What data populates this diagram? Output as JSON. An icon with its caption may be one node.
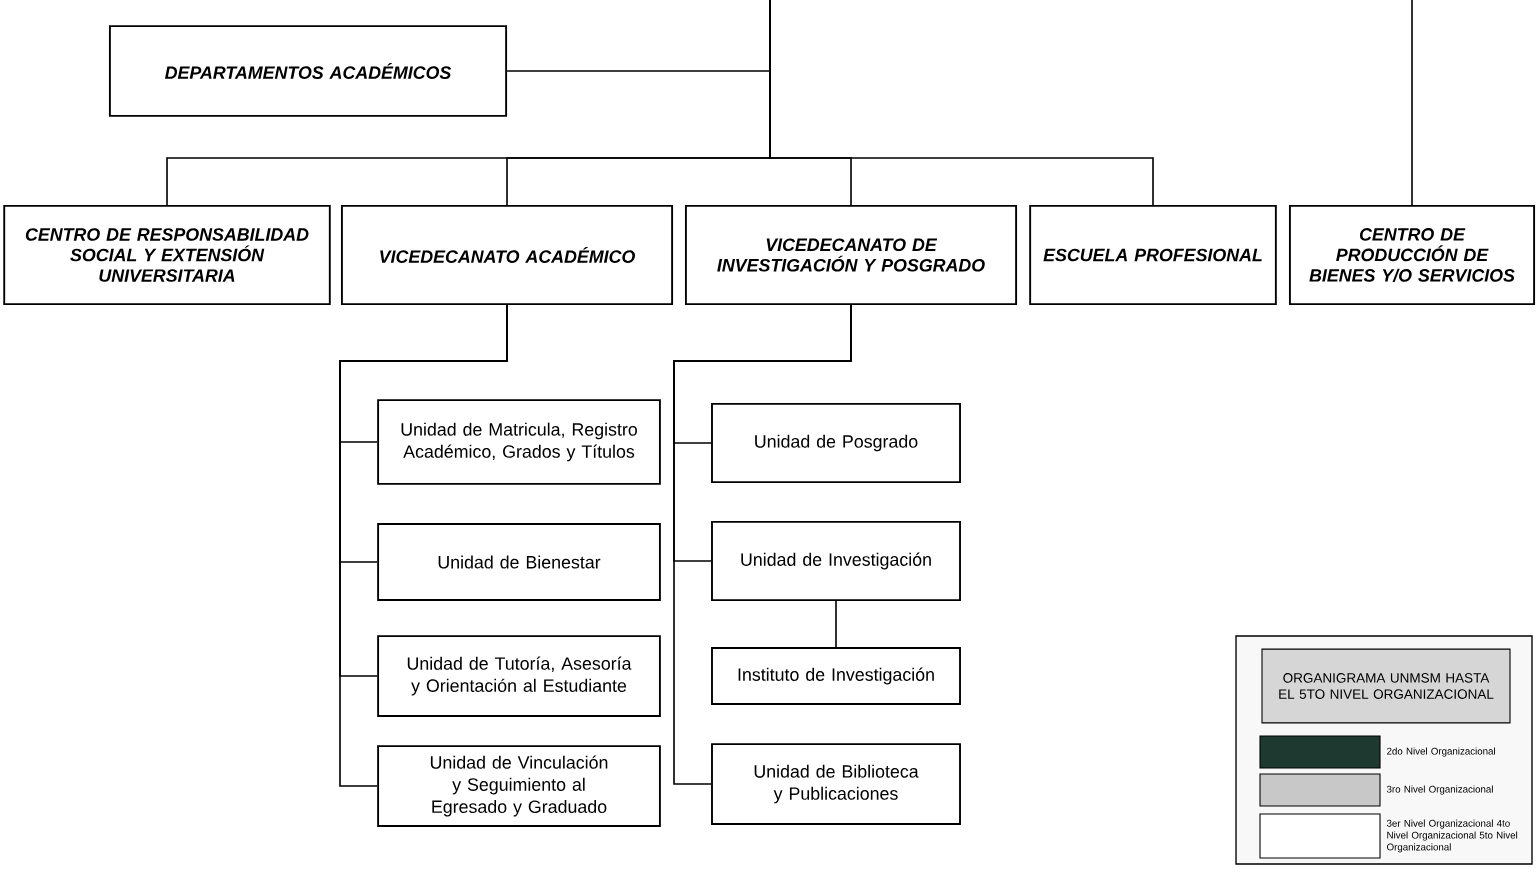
{
  "diagram": {
    "nodes": [
      {
        "text": [
          "DEPARTAMENTOS ACADÉMICOS"
        ]
      },
      {
        "text": [
          "CENTRO DE RESPONSABILIDAD SOCIAL Y EXTENSIÓN UNIVERSITARIA"
        ]
      },
      {
        "text": [
          "VICEDECANATO ACADÉMICO"
        ]
      },
      {
        "text": [
          "VICEDECANATO DE INVESTIGACIÓN Y POSGRADO"
        ]
      },
      {
        "text": [
          "ESCUELA PROFESIONAL"
        ]
      },
      {
        "text": [
          "CENTRO DE PRODUCCIÓN DE BIENES Y/O SERVICIOS"
        ]
      },
      {
        "text": [
          "Unidad de Matricula, Registro Académico, Grados y Títulos"
        ]
      },
      {
        "text": [
          "Unidad de Bienestar"
        ]
      },
      {
        "text": [
          "Unidad de Tutoría, Asesoría y Orientación al Estudiante"
        ]
      },
      {
        "text": [
          "Unidad de Vinculación y Seguimiento al Egresado y Graduado"
        ]
      },
      {
        "text": [
          "Unidad de Posgrado"
        ]
      },
      {
        "text": [
          "Unidad de Investigación"
        ]
      },
      {
        "text": [
          "Instituto de Investigación"
        ]
      },
      {
        "text": [
          "Unidad de Biblioteca y Publicaciones"
        ]
      }
    ],
    "edges": [
      {
        "from": null,
        "to": 0,
        "arrow": "none"
      },
      {
        "from": null,
        "to": 1,
        "arrow": "none"
      },
      {
        "from": null,
        "to": 2,
        "arrow": "none"
      },
      {
        "from": null,
        "to": 3,
        "arrow": "none"
      },
      {
        "from": null,
        "to": 4,
        "arrow": "none"
      },
      {
        "from": null,
        "to": 5,
        "arrow": "none"
      },
      {
        "from": 2,
        "to": 6,
        "arrow": "none"
      },
      {
        "from": 2,
        "to": 7,
        "arrow": "none"
      },
      {
        "from": 2,
        "to": 8,
        "arrow": "none"
      },
      {
        "from": 2,
        "to": 9,
        "arrow": "none"
      },
      {
        "from": 3,
        "to": 10,
        "arrow": "none"
      },
      {
        "from": 3,
        "to": 11,
        "arrow": "none"
      },
      {
        "from": 11,
        "to": 12,
        "arrow": "none"
      },
      {
        "from": 3,
        "to": 13,
        "arrow": "none"
      }
    ],
    "labels": [
      "ORGANIGRAMA UNMSM HASTA EL 5TO NIVEL ORGANIZACIONAL"
    ],
    "legend": [
      {
        "text": "2do Nivel Organizacional",
        "color": "#1e3a30"
      },
      {
        "text": "3ro Nivel Organizacional",
        "color": "#c8c8c8"
      },
      {
        "text": "3er Nivel Organizacional 4to Nivel Organizacional 5to Nivel Organizacional",
        "color": "#ffffff"
      }
    ]
  }
}
